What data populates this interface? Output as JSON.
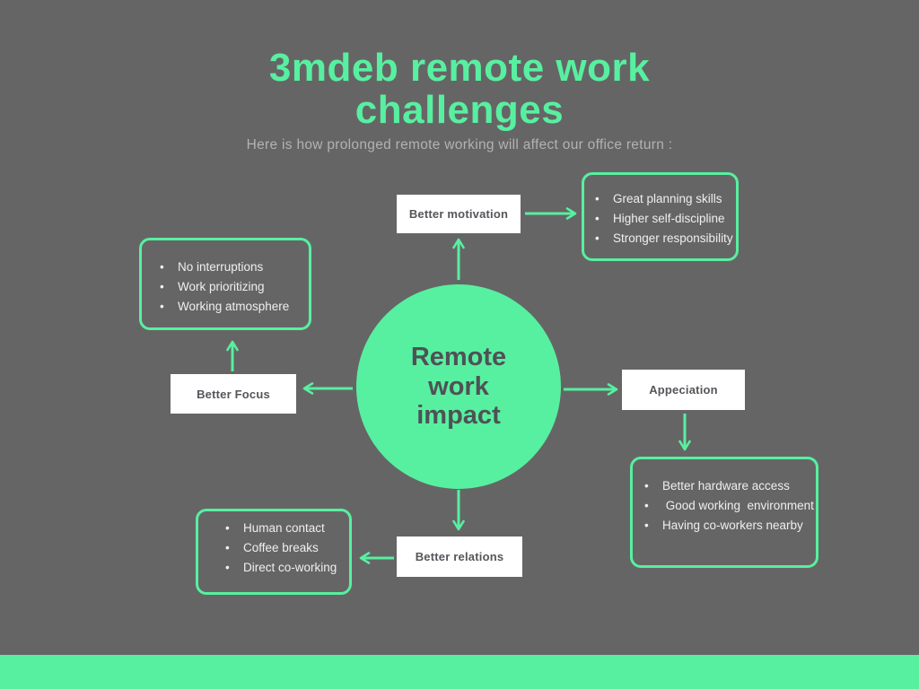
{
  "colors": {
    "bg": "#666566",
    "accent": "#57f0a0",
    "card_bg": "#ffffff",
    "label_text": "#55565a",
    "list_text": "#efefef",
    "subtitle_text": "#b2b2b2",
    "circle_text": "#4f5156"
  },
  "title": {
    "line1": "3mdeb remote work",
    "line2": "challenges"
  },
  "subtitle": "Here is how  prolonged remote working will affect our office return :",
  "center": {
    "label": "Remote work impact"
  },
  "nodes": {
    "motivation": {
      "label": "Better motivation",
      "items": [
        "Great planning skills",
        "Higher self-discipline",
        "Stronger responsibility"
      ]
    },
    "focus": {
      "label": "Better Focus",
      "items": [
        "No interruptions",
        "Work prioritizing",
        "Working atmosphere"
      ]
    },
    "appreciation": {
      "label": "Appeciation",
      "items": [
        "Better hardware access",
        " Good working  environment",
        "Having co-workers nearby"
      ]
    },
    "relations": {
      "label": "Better relations",
      "items": [
        "Human contact",
        "Coffee breaks",
        "Direct co-working"
      ]
    }
  }
}
